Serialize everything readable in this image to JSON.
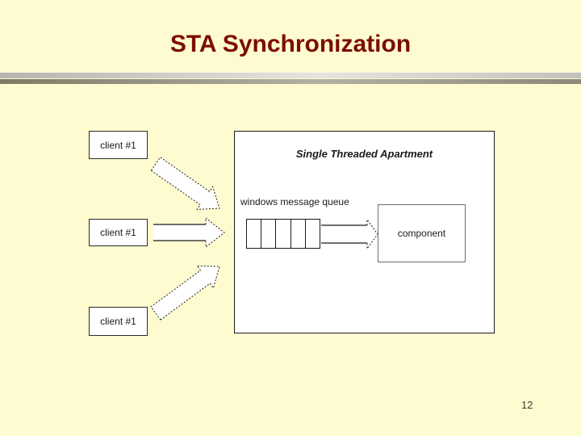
{
  "slide": {
    "title": "STA Synchronization",
    "page_number": "12"
  },
  "diagram": {
    "apartment_label": "Single Threaded Apartment",
    "queue_label": "windows message queue",
    "component_label": "component",
    "clients": [
      {
        "label": "client #1"
      },
      {
        "label": "client #1"
      },
      {
        "label": "client #1"
      }
    ],
    "queue_cells": 5,
    "arrows": [
      "client-1-to-sta-diagonal-down",
      "client-2-to-sta-horizontal",
      "client-3-to-sta-diagonal-up",
      "queue-to-component"
    ]
  },
  "colors": {
    "background": "#FEFBD0",
    "title": "#7D0D00",
    "divider_light": "#C9C9C2",
    "divider_dark": "#8A8775",
    "box_fill": "#FFFFFF",
    "box_border": "#2B2B2B"
  }
}
